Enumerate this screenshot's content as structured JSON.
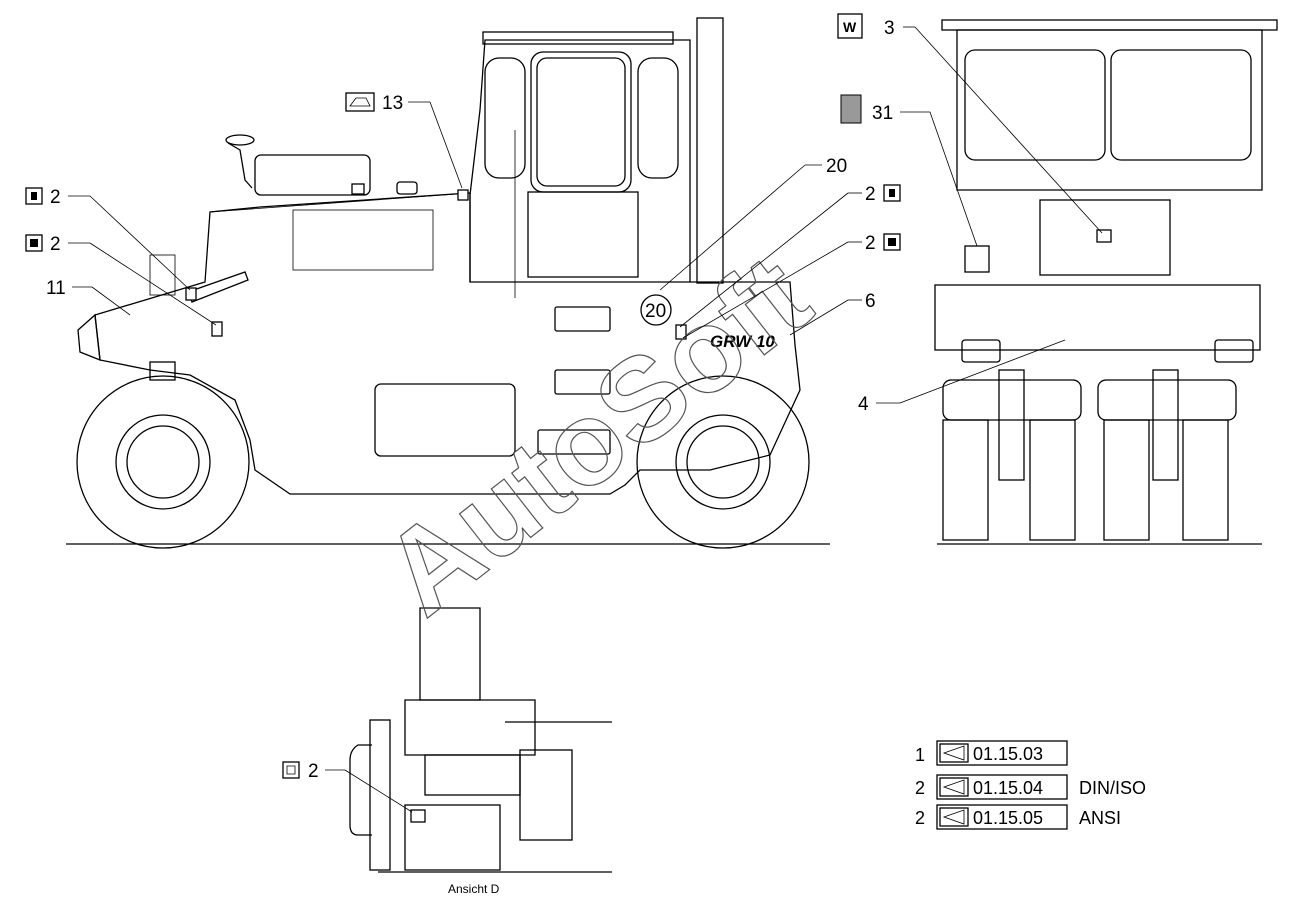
{
  "callouts": {
    "side_2a": "2",
    "side_2b": "2",
    "side_11": "11",
    "side_13": "13",
    "side_20_top": "20",
    "side_20_circle": "20",
    "side_2c": "2",
    "side_2d": "2",
    "side_6": "6",
    "front_3": "3",
    "front_31": "31",
    "front_4": "4",
    "seat_2": "2"
  },
  "machine_label": "GRW 10",
  "view_label": "Ansicht D",
  "watermark": "AutoSoft",
  "references": [
    {
      "qty": "1",
      "code": "01.15.03",
      "standard": ""
    },
    {
      "qty": "2",
      "code": "01.15.04",
      "standard": "DIN/ISO"
    },
    {
      "qty": "2",
      "code": "01.15.05",
      "standard": "ANSI"
    }
  ],
  "icons": {
    "front_3": "W",
    "front_31": "warning-sign-icon",
    "side_2a": "key-sign-icon",
    "side_2b": "hand-sign-icon",
    "side_13": "engine-sign-icon",
    "side_2c": "key-sign-icon",
    "side_2d": "hand-sign-icon",
    "seat_2": "seat-sign-icon",
    "reference": "arrow-left-icon"
  }
}
